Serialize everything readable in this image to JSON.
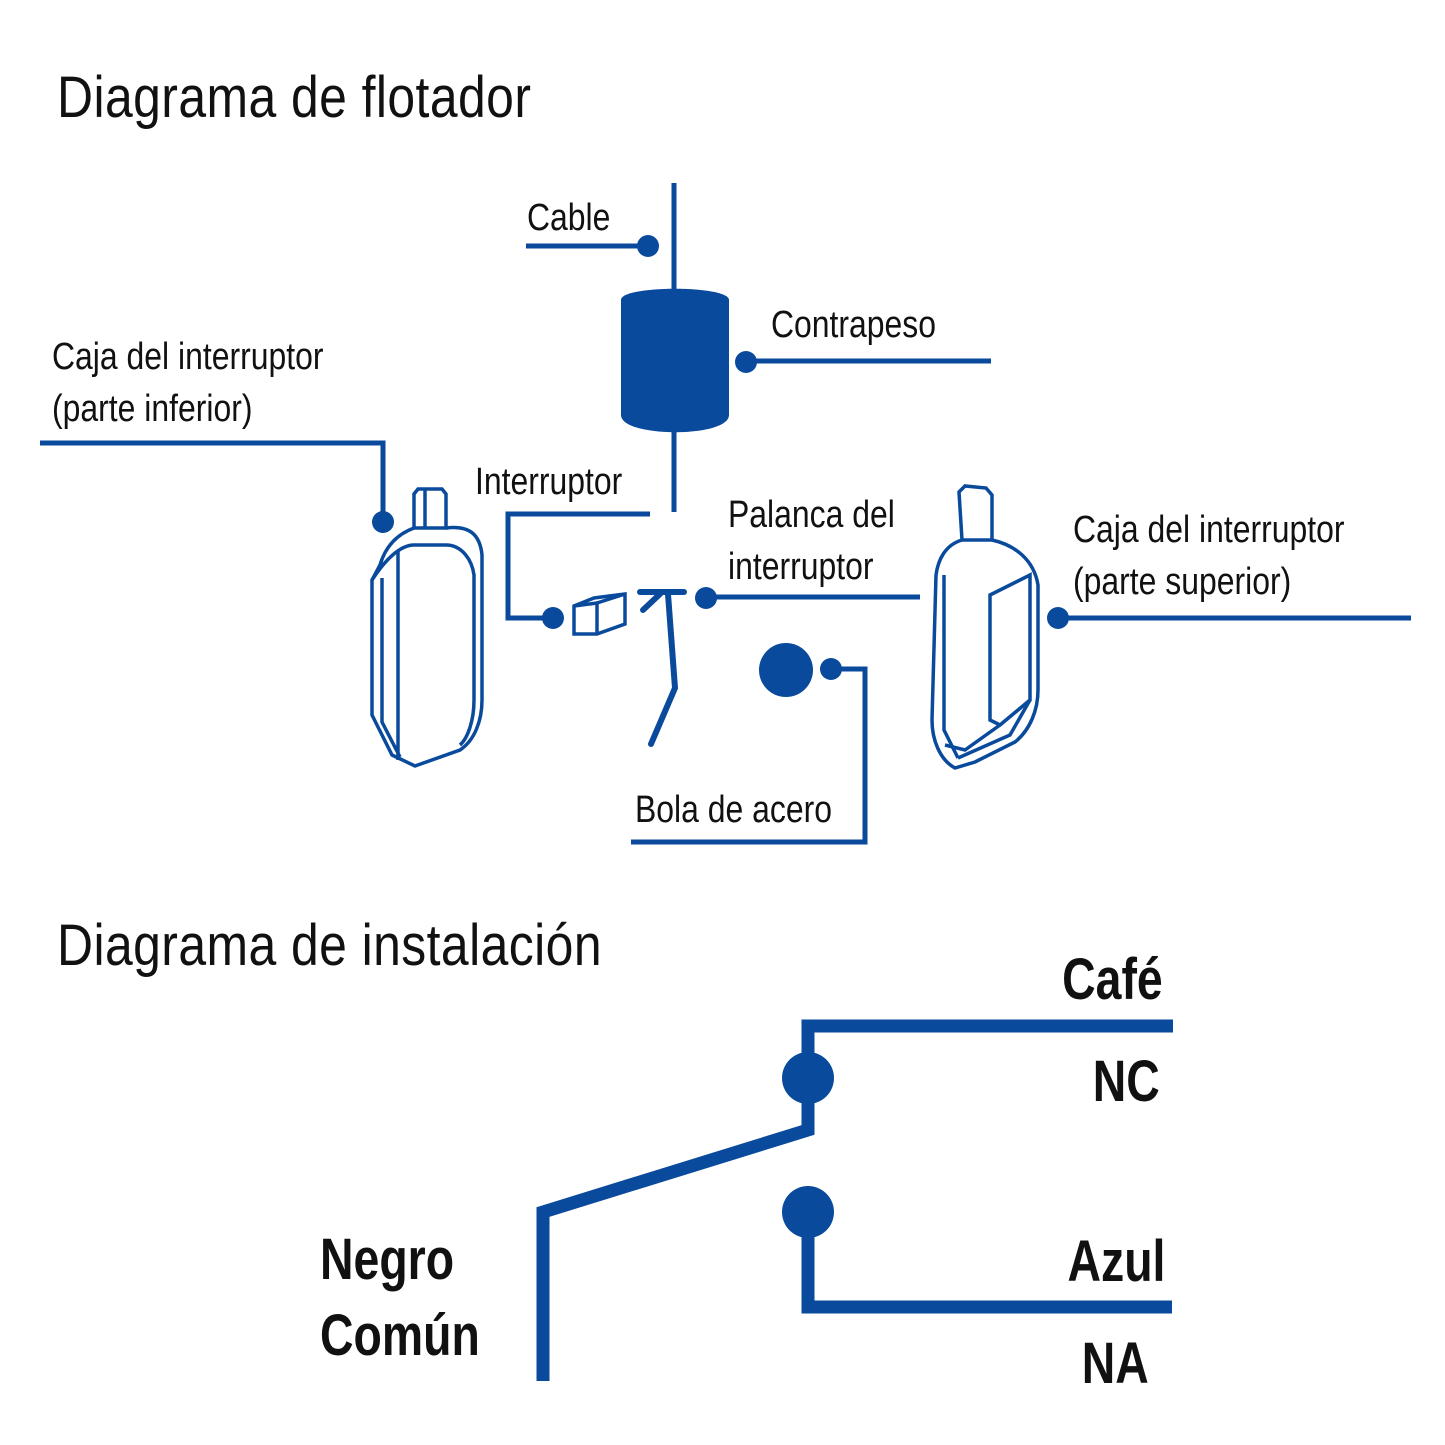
{
  "colors": {
    "primary": "#0a4a9c",
    "text": "#111111",
    "background": "#ffffff"
  },
  "float_diagram": {
    "title": "Diagrama de flotador",
    "labels": {
      "cable": "Cable",
      "counterweight": "Contrapeso",
      "switch_box_lower_line1": "Caja del interruptor",
      "switch_box_lower_line2": "(parte inferior)",
      "switch": "Interruptor",
      "switch_lever_line1": "Palanca del",
      "switch_lever_line2": "interruptor",
      "switch_box_upper_line1": "Caja del interruptor",
      "switch_box_upper_line2": "(parte superior)",
      "steel_ball": "Bola de acero"
    }
  },
  "install_diagram": {
    "title": "Diagrama de instalación",
    "labels": {
      "brown": "Café",
      "nc": "NC",
      "black": "Negro",
      "common": "Común",
      "blue": "Azul",
      "na": "NA"
    }
  }
}
